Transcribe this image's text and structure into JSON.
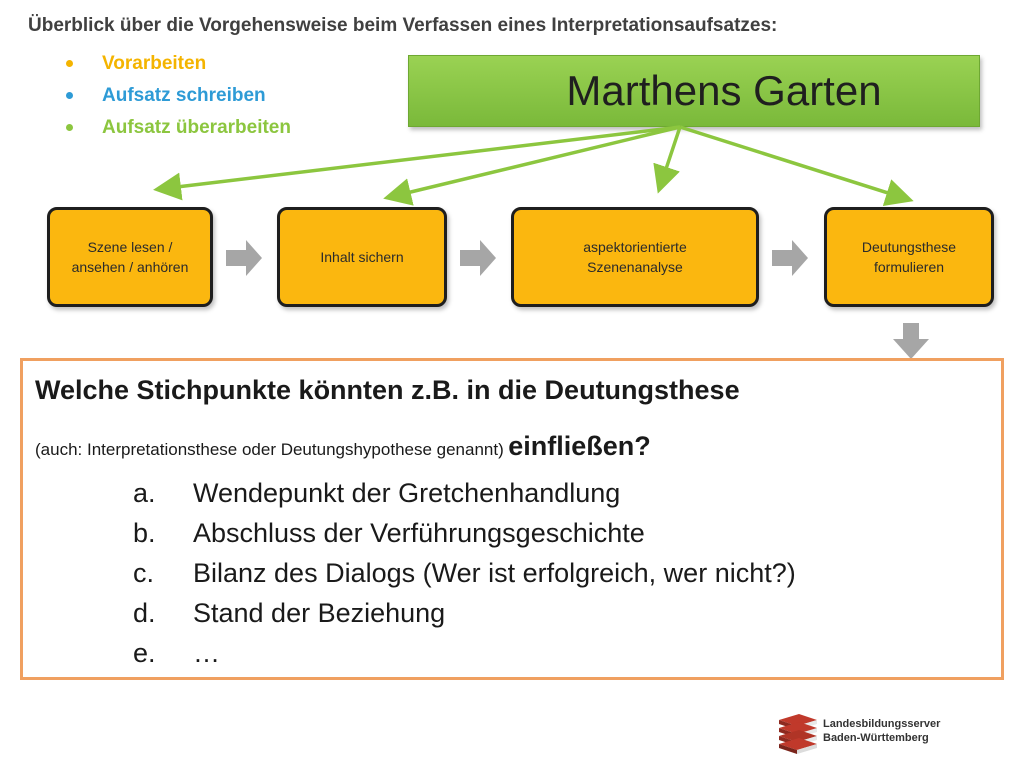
{
  "header": {
    "title": "Überblick über die Vorgehensweise beim Verfassen eines Interpretationsaufsatzes:",
    "phases": [
      {
        "label": "Vorarbeiten",
        "color": "#f4b400",
        "bullet": "#f4b400"
      },
      {
        "label": "Aufsatz schreiben",
        "color": "#2e9bd6",
        "bullet": "#2e9bd6"
      },
      {
        "label": "Aufsatz überarbeiten",
        "color": "#8cc63f",
        "bullet": "#8cc63f"
      }
    ]
  },
  "banner": {
    "label": "Marthens Garten",
    "color": "#8cc63f"
  },
  "flow": {
    "steps": [
      {
        "label": "Szene lesen /\nansehen / anhören"
      },
      {
        "label": "Inhalt sichern"
      },
      {
        "label": "aspektorientierte\nSzenenanalyse"
      },
      {
        "label": "Deutungsthese\nformulieren"
      }
    ],
    "step_color": "#fbb70f",
    "arrow_color": "#a6a6a6",
    "connector_color": "#8cc63f"
  },
  "question": {
    "line1": "Welche Stichpunkte könnten z.B. in die Deutungsthese",
    "note": "(auch: Interpretationsthese oder Deutungshypothese genannt)",
    "tail": "einfließen?",
    "border_color": "#f0a060",
    "items": [
      {
        "marker": "a.",
        "text": "Wendepunkt der Gretchenhandlung"
      },
      {
        "marker": "b.",
        "text": "Abschluss der Verführungsgeschichte"
      },
      {
        "marker": "c.",
        "text": "Bilanz des Dialogs (Wer ist erfolgreich, wer nicht?)"
      },
      {
        "marker": "d.",
        "text": "Stand der Beziehung"
      },
      {
        "marker": "e.",
        "text": "…"
      }
    ]
  },
  "logo": {
    "text": "Landesbildungsserver\nBaden-Württemberg",
    "icon": "book-stack-icon"
  }
}
